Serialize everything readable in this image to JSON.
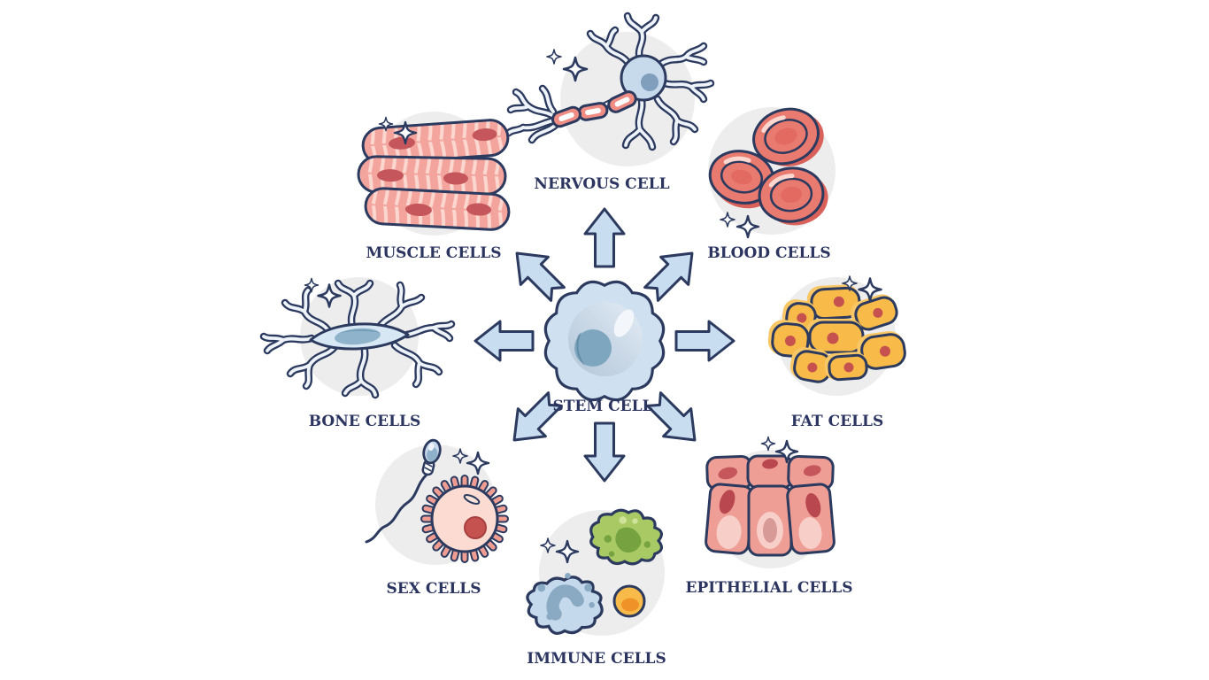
{
  "diagram": {
    "center": {
      "label": "STEM CELL",
      "icon": "stem-cell-icon"
    },
    "nodes": {
      "nervous": {
        "label": "NERVOUS CELL",
        "icon": "nervous-cell-icon",
        "direction": "top"
      },
      "muscle": {
        "label": "MUSCLE CELLS",
        "icon": "muscle-cells-icon",
        "direction": "top-left"
      },
      "blood": {
        "label": "BLOOD CELLS",
        "icon": "blood-cells-icon",
        "direction": "top-right"
      },
      "bone": {
        "label": "BONE CELLS",
        "icon": "bone-cells-icon",
        "direction": "left"
      },
      "fat": {
        "label": "FAT CELLS",
        "icon": "fat-cells-icon",
        "direction": "right"
      },
      "sex": {
        "label": "SEX CELLS",
        "icon": "sex-cells-icon",
        "direction": "bottom-left"
      },
      "immune": {
        "label": "IMMUNE CELLS",
        "icon": "immune-cells-icon",
        "direction": "bottom"
      },
      "epithelial": {
        "label": "EPITHELIAL CELLS",
        "icon": "epithelial-cells-icon",
        "direction": "bottom-right"
      }
    },
    "arrows": [
      "up",
      "up-right",
      "right",
      "down-right",
      "down",
      "down-left",
      "left",
      "up-left"
    ],
    "colors": {
      "outline": "#2b3a5e",
      "label_text": "#2b3560",
      "arrow_fill": "#c8ddf0",
      "circle_bg": "#ededed",
      "cell_blue": "#c6daec",
      "nucleus_blue": "#7fa6bf",
      "salmon": "#ef9d94",
      "myelin_salmon": "#ef8d84",
      "blood_red": "#e97a70",
      "muscle_pink": "#f3a49c",
      "nucleus_red": "#c5524e",
      "fat_yellow": "#f8ba49",
      "fat_orange": "#ef9227",
      "immune_green": "#a9c965",
      "immune_green_dark": "#76a23f",
      "egg_pink": "#fcdcd2",
      "sparkle_fill": "#ffffff"
    }
  }
}
